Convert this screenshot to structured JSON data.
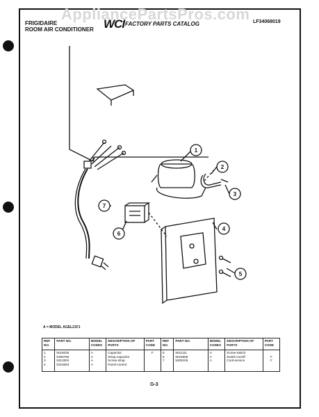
{
  "watermark": "AppliancePartsPros.com",
  "header": {
    "brand_line1": "FRIGIDAIRE",
    "brand_line2": "ROOM AIR CONDITIONER",
    "logo": "WCI",
    "catalog_title": "FACTORY PARTS CATALOG",
    "model_code": "LF34068019"
  },
  "callouts": [
    "1",
    "2",
    "3",
    "4",
    "5",
    "6",
    "7"
  ],
  "caption": "A = MODEL AGEL21F1",
  "table": {
    "headers": [
      "REF NO.",
      "PART NO.",
      "MODEL CODES",
      "DESCRIPTION OF PARTS",
      "PART CODE"
    ],
    "left": {
      "ref": "1\n2\n3\n4",
      "part": "5016035\n5306765\n5313302\n5318284",
      "codes": "A\nA\nA\nA",
      "desc": "Capacitor\nStrap-capacitor\nScrew-strap\nPanel-control",
      "pcode": "F\n\n\n"
    },
    "right": {
      "ref": "5\n6\n7",
      "part": "5011111\n5016568\n5308106",
      "codes": "A\nA\nA",
      "desc": "Screw-switch\nSwitch-on/off\nCord-service",
      "pcode": "\nF\nF"
    }
  },
  "page_number": "G-3"
}
